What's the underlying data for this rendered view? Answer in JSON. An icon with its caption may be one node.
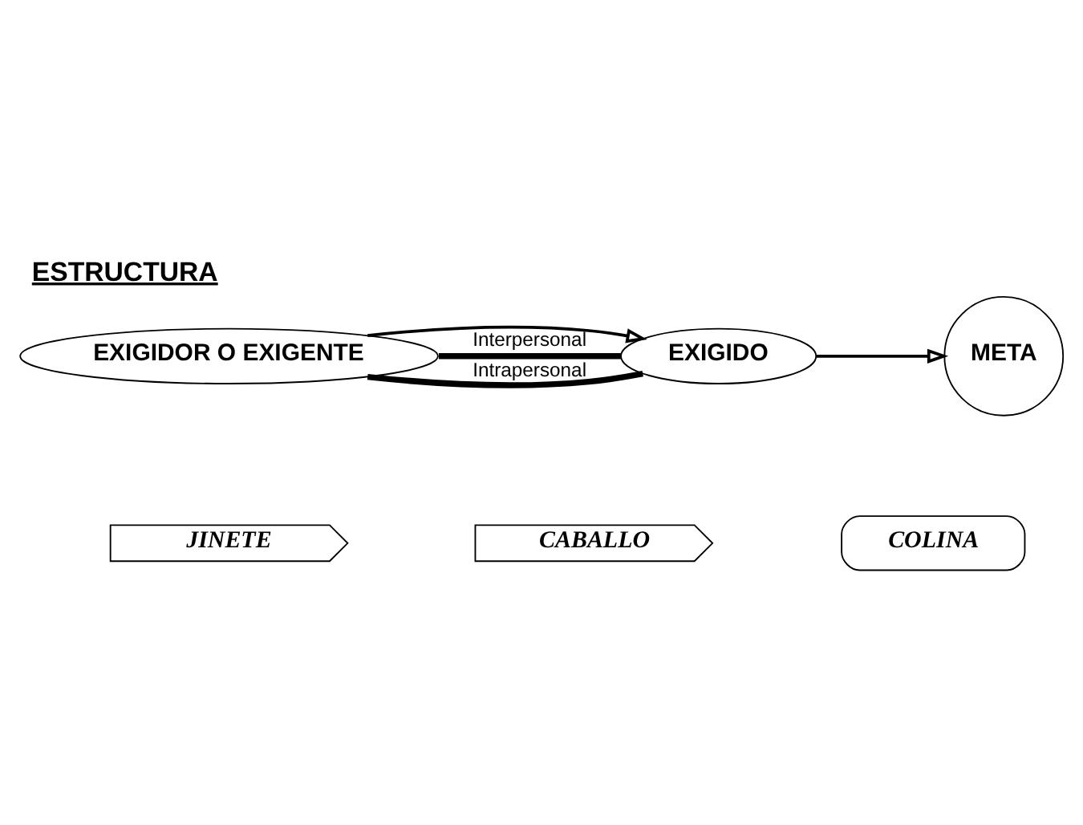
{
  "diagram": {
    "title": "ESTRUCTURA",
    "nodes": [
      {
        "text": [
          "EXIGIDOR O EXIGENTE"
        ]
      },
      {
        "text": [
          "EXIGIDO"
        ]
      },
      {
        "text": [
          "META"
        ]
      },
      {
        "text": [
          "JINETE"
        ]
      },
      {
        "text": [
          "CABALLO"
        ]
      },
      {
        "text": [
          "COLINA"
        ]
      }
    ],
    "edges": [
      {
        "from": 0,
        "to": 1,
        "arrow": "to"
      },
      {
        "from": 1,
        "to": 2,
        "arrow": "to"
      },
      {
        "from": 0,
        "to": 1,
        "arrow": "none",
        "label": "Interpersonal",
        "style": "thick"
      },
      {
        "from": 0,
        "to": 1,
        "arrow": "none",
        "label": "Intrapersonal",
        "style": "thick"
      }
    ]
  }
}
